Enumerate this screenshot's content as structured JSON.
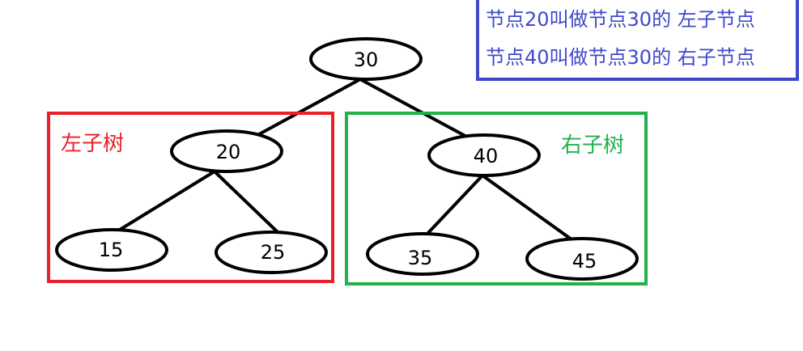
{
  "nodes": [
    {
      "id": "n30",
      "label": "30"
    },
    {
      "id": "n20",
      "label": "20"
    },
    {
      "id": "n40",
      "label": "40"
    },
    {
      "id": "n15",
      "label": "15"
    },
    {
      "id": "n25",
      "label": "25"
    },
    {
      "id": "n35",
      "label": "35"
    },
    {
      "id": "n45",
      "label": "45"
    }
  ],
  "edges": [
    {
      "from": "n30",
      "to": "n20"
    },
    {
      "from": "n30",
      "to": "n40"
    },
    {
      "from": "n20",
      "to": "n15"
    },
    {
      "from": "n20",
      "to": "n25"
    },
    {
      "from": "n40",
      "to": "n35"
    },
    {
      "from": "n40",
      "to": "n45"
    }
  ],
  "regions": {
    "left": {
      "label": "左子树",
      "color": "#e8202a"
    },
    "right": {
      "label": "右子树",
      "color": "#22b04b"
    }
  },
  "note": {
    "line1": "节点20叫做节点30的 左子节点",
    "line2": "节点40叫做节点30的 右子节点",
    "color": "#3f48cc"
  }
}
